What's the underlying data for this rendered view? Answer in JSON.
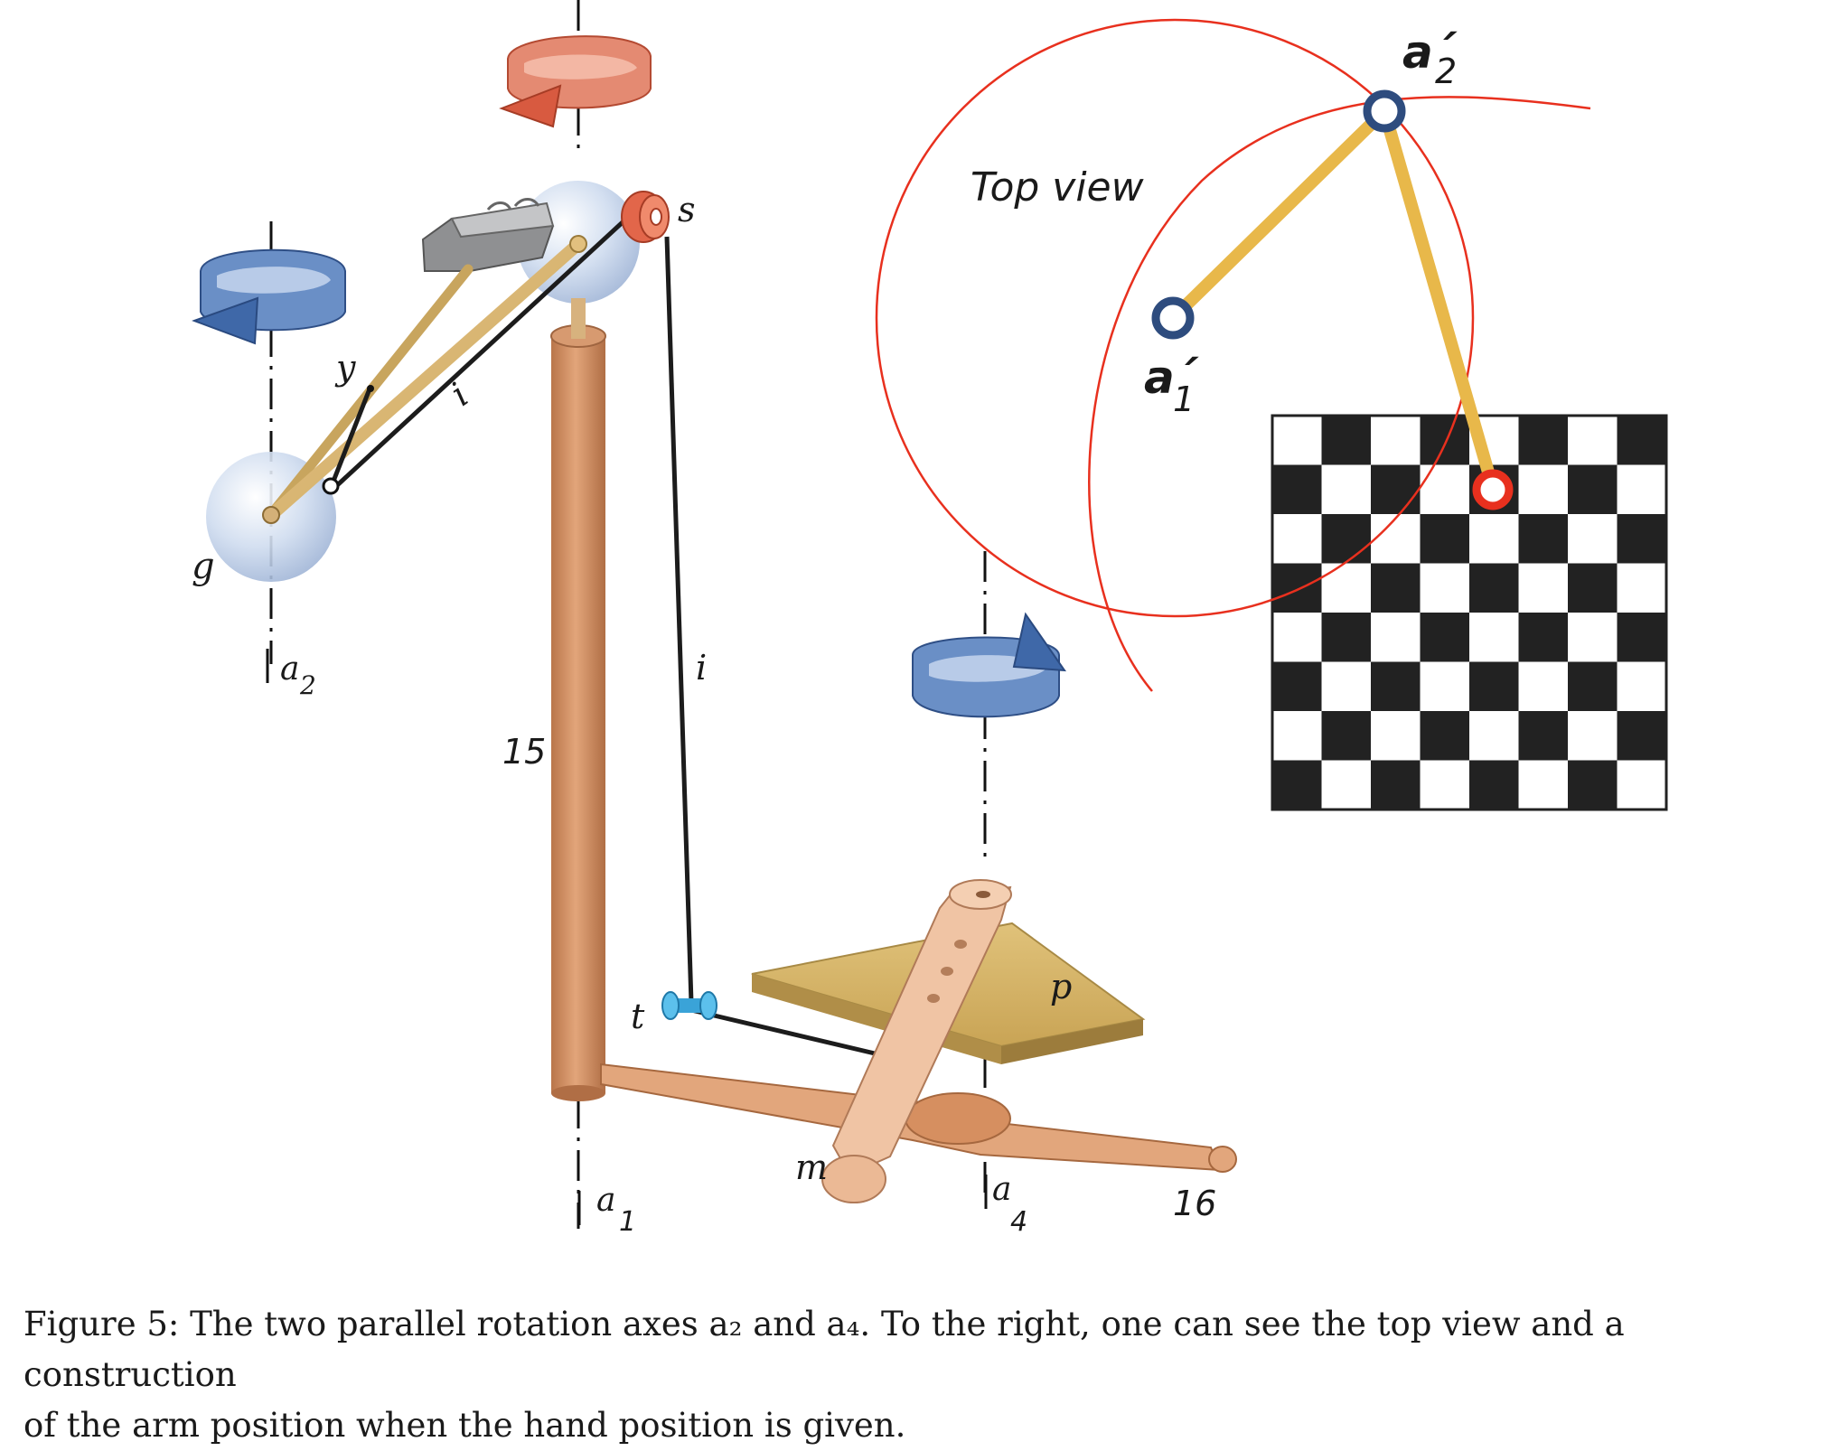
{
  "labels": {
    "a2_axis": "a",
    "a2_sub": "2",
    "g": "g",
    "y": "y",
    "i_upper": "i",
    "s": "s",
    "i_lower": "i",
    "fifteen": "15",
    "t": "t",
    "p": "p",
    "m": "m",
    "a1_axis": "a",
    "a1_sub": "1",
    "a4_axis": "a",
    "a4_sub": "4",
    "sixteen": "16"
  },
  "top_view": {
    "title": "Top view",
    "a1_prime": "a´",
    "a1_prime_sub": "1",
    "a2_prime": "a´",
    "a2_prime_sub": "2"
  },
  "colors": {
    "arm_gold": "#e8b84a",
    "joint_blue": "#2e4c7e",
    "circle_red": "#e8301e",
    "rotation_red": "#e06a50",
    "rotation_blue": "#4f77b5",
    "pole_orange": "#c98a5c",
    "plate_tan": "#d6b464",
    "board_dark": "#222222"
  },
  "chessboard": {
    "rows": 8,
    "cols": 8
  },
  "caption": {
    "line1": "Figure 5: The two parallel rotation axes a₂ and a₄. To the right, one can see the top view and a construction",
    "line2": "of the arm position when the hand position is given."
  }
}
